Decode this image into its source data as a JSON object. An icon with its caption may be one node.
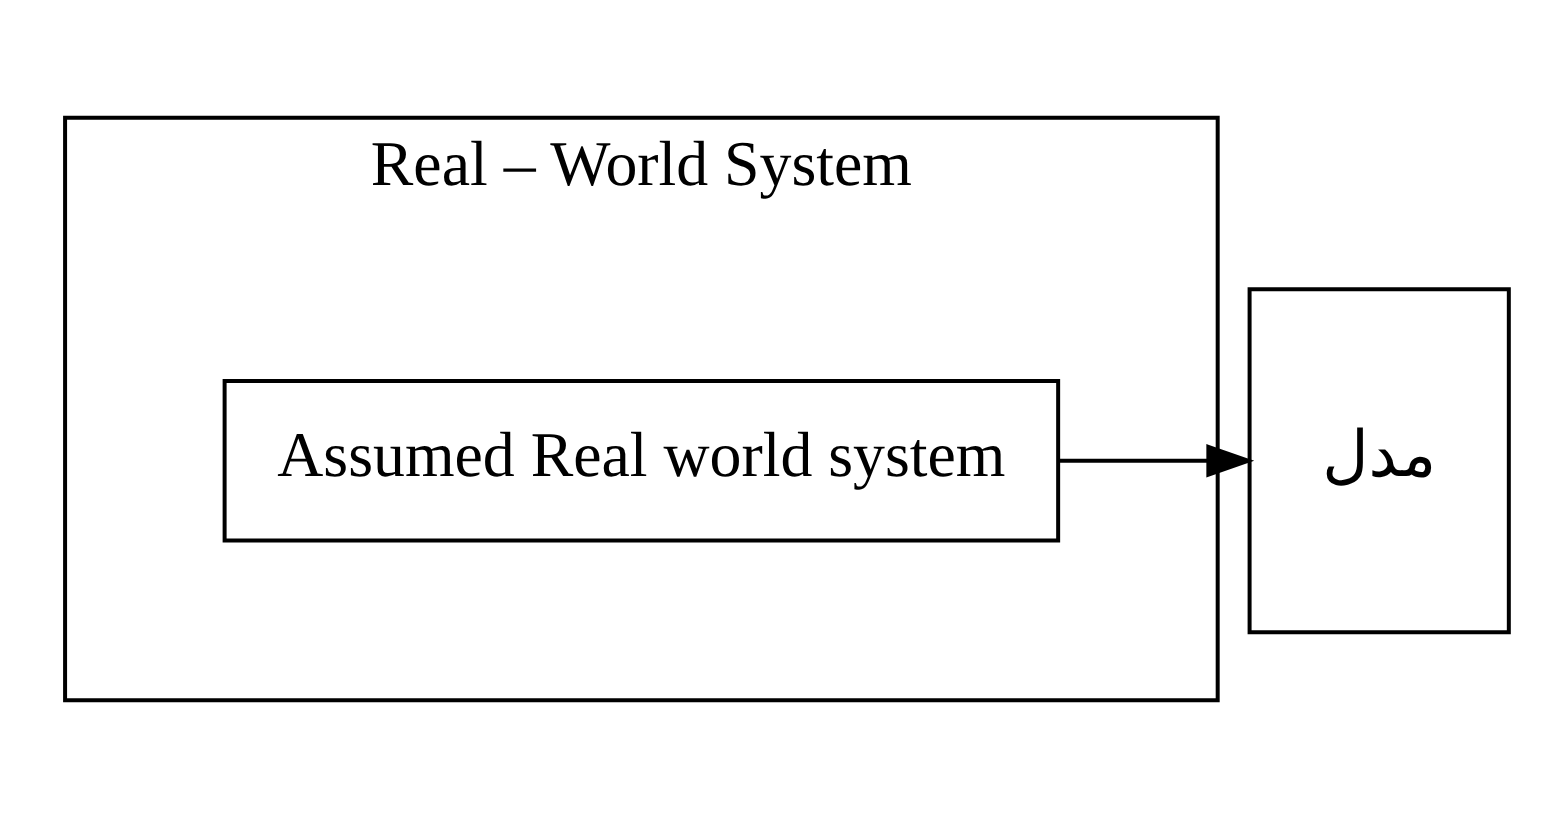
{
  "diagram": {
    "nodes": [
      {
        "text": [
          "Real – World System"
        ]
      },
      {
        "text": [
          "Assumed Real world system"
        ],
        "in": 0
      },
      {
        "text": [
          "مدل"
        ]
      }
    ],
    "edges": [
      {
        "from": 1,
        "to": 2,
        "arrow": "to"
      }
    ]
  }
}
